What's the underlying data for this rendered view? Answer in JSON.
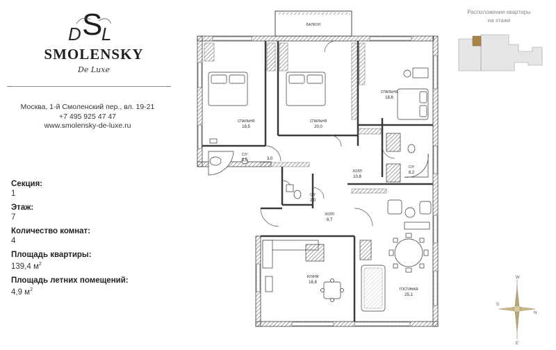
{
  "brand": {
    "monogram": "DSL",
    "name": "SMOLENSKY",
    "tagline": "De Luxe"
  },
  "contacts": {
    "address": "Москва, 1-й Смоленский пер., вл. 19-21",
    "phone": "+7 495 925 47 47",
    "website": "www.smolensky-de-luxe.ru"
  },
  "apartment": {
    "section_label": "Секция:",
    "section_value": "1",
    "floor_label": "Этаж:",
    "floor_value": "7",
    "rooms_label": "Количество комнат:",
    "rooms_value": "4",
    "area_label": "Площадь квартиры:",
    "area_value": "139,4 м",
    "area_unit_sup": "2",
    "summer_label": "Площадь летних помещений:",
    "summer_value": "4,9 м",
    "summer_unit_sup": "2"
  },
  "location": {
    "title_line1": "Расположение квартиры",
    "title_line2": "на этаже"
  },
  "compass": {
    "north": "N",
    "south": "S",
    "east": "E",
    "west": "W"
  },
  "plan": {
    "balcony": "БАЛКОН",
    "rooms": [
      {
        "name": "СПАЛЬНЯ",
        "area": "18,5"
      },
      {
        "name": "СПАЛЬНЯ",
        "area": "20,0"
      },
      {
        "name": "СПАЛЬНЯ",
        "area": "18,6"
      },
      {
        "name": "С/У",
        "area": "5,5"
      },
      {
        "name": "",
        "area": "3,0"
      },
      {
        "name": "ХОЛЛ",
        "area": "10,8"
      },
      {
        "name": "С/У",
        "area": "8,2"
      },
      {
        "name": "С/У",
        "area": "2,0"
      },
      {
        "name": "ХОЛЛ",
        "area": "8,7"
      },
      {
        "name": "КУХНЯ",
        "area": "16,8"
      },
      {
        "name": "ГОСТИНАЯ",
        "area": "25,1"
      }
    ]
  },
  "colors": {
    "wall": "#3a3a3a",
    "hatch": "#777777",
    "accent_keyplan": "#a8844a"
  }
}
